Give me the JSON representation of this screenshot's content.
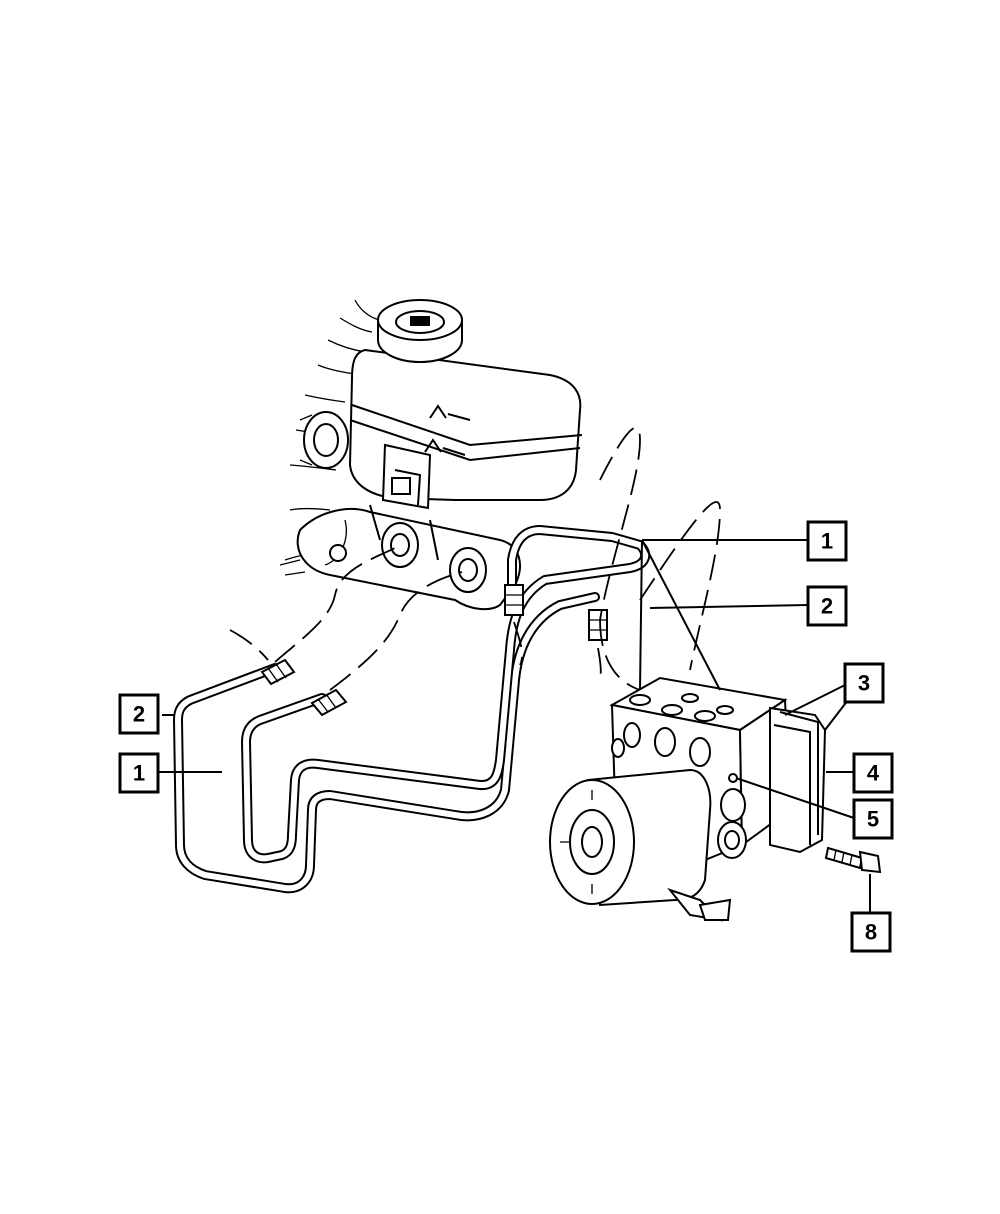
{
  "callouts": [
    {
      "id": "c1-right",
      "label": "1"
    },
    {
      "id": "c2-right",
      "label": "2"
    },
    {
      "id": "c3",
      "label": "3"
    },
    {
      "id": "c4",
      "label": "4"
    },
    {
      "id": "c5",
      "label": "5"
    },
    {
      "id": "c8",
      "label": "8"
    },
    {
      "id": "c2-left",
      "label": "2"
    },
    {
      "id": "c1-left",
      "label": "1"
    }
  ],
  "colors": {
    "line": "#000000",
    "background": "#ffffff"
  }
}
